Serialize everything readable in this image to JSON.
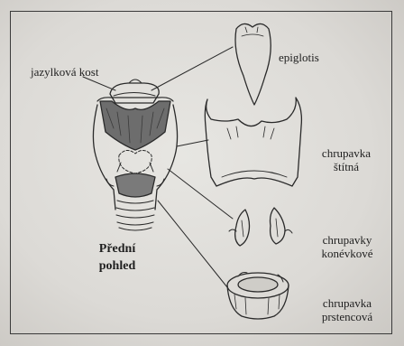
{
  "labels": {
    "hyoid": "jazylková kost",
    "epiglottis": "epiglotis",
    "thyroid_line1": "chrupavka",
    "thyroid_line2": "štítná",
    "arytenoid_line1": "chrupavky",
    "arytenoid_line2": "konévkové",
    "cricoid_line1": "chrupavka",
    "cricoid_line2": "prstencová",
    "view_line1": "Přední",
    "view_line2": "pohled"
  },
  "colors": {
    "ink": "#2a2a2a",
    "background": "#e2e0dc",
    "frame": "#3a3a3a"
  }
}
